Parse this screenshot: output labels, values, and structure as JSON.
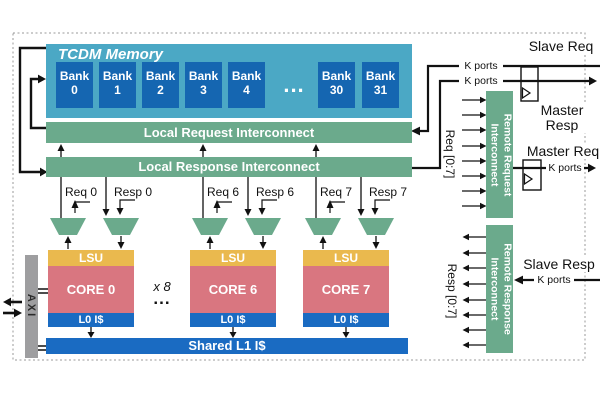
{
  "tcdm": {
    "title": "TCDM Memory",
    "dots": "...",
    "banks": [
      {
        "name": "Bank",
        "num": "0"
      },
      {
        "name": "Bank",
        "num": "1"
      },
      {
        "name": "Bank",
        "num": "2"
      },
      {
        "name": "Bank",
        "num": "3"
      },
      {
        "name": "Bank",
        "num": "4"
      },
      {
        "name": "Bank",
        "num": "30"
      },
      {
        "name": "Bank",
        "num": "31"
      }
    ]
  },
  "interconnects": {
    "local_request": "Local Request Interconnect",
    "local_response": "Local Response Interconnect",
    "remote_request": {
      "line1": "Remote Request",
      "line2": "Interconnect"
    },
    "remote_response": {
      "line1": "Remote Response",
      "line2": "Interconnect"
    }
  },
  "bus_labels": {
    "req_range": "Req [0:7]",
    "resp_range": "Resp [0:7]"
  },
  "clusters": [
    {
      "lsu": "LSU",
      "core": "CORE 0",
      "l0": "L0 I$",
      "req": "Req 0",
      "resp": "Resp 0"
    },
    {
      "lsu": "LSU",
      "core": "CORE 6",
      "l0": "L0 I$",
      "req": "Req 6",
      "resp": "Resp 6"
    },
    {
      "lsu": "LSU",
      "core": "CORE 7",
      "l0": "L0 I$",
      "req": "Req 7",
      "resp": "Resp 7"
    }
  ],
  "replication": {
    "times": "x 8",
    "dots": "..."
  },
  "shared_l1": "Shared L1 I$",
  "axi": "AXI",
  "ports": {
    "slave_req": "Slave Req",
    "master_resp": "Master Resp",
    "master_req": "Master Req",
    "slave_resp": "Slave Resp",
    "k_ports": "K ports"
  },
  "colors": {
    "memory_teal": "#4BA8C5",
    "bank_blue": "#1566B1",
    "interconnect_green": "#6BAA8C",
    "lsu_yellow": "#EAB94E",
    "core_pink": "#D97680",
    "cache_blue": "#1A6BC2",
    "axi_gray": "#9E9EA0"
  }
}
